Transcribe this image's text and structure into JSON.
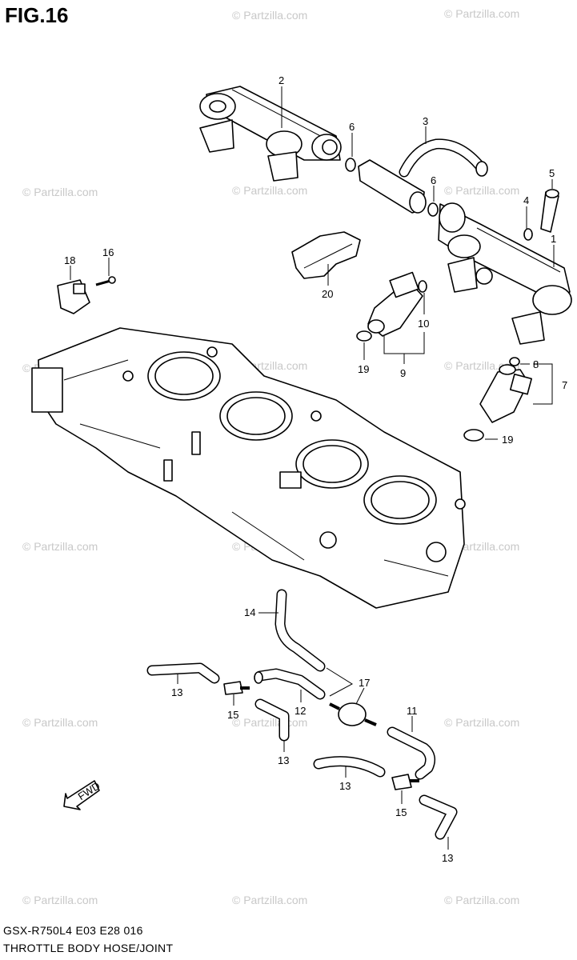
{
  "figure_title": "FIG.16",
  "watermark_text": "© Partzilla.com",
  "footer": {
    "model_line": "GSX-R750L4  E03  E28  016",
    "section_title": "THROTTLE BODY HOSE/JOINT"
  },
  "fwd_arrow_text": "FWD",
  "callouts": [
    {
      "id": "c2",
      "text": "2"
    },
    {
      "id": "c6a",
      "text": "6"
    },
    {
      "id": "c3",
      "text": "3"
    },
    {
      "id": "c6b",
      "text": "6"
    },
    {
      "id": "c5",
      "text": "5"
    },
    {
      "id": "c4",
      "text": "4"
    },
    {
      "id": "c1",
      "text": "1"
    },
    {
      "id": "c18",
      "text": "18"
    },
    {
      "id": "c16",
      "text": "16"
    },
    {
      "id": "c20",
      "text": "20"
    },
    {
      "id": "c10",
      "text": "10"
    },
    {
      "id": "c19a",
      "text": "19"
    },
    {
      "id": "c9",
      "text": "9"
    },
    {
      "id": "c8",
      "text": "8"
    },
    {
      "id": "c7",
      "text": "7"
    },
    {
      "id": "c19b",
      "text": "19"
    },
    {
      "id": "c14",
      "text": "14"
    },
    {
      "id": "c13a",
      "text": "13"
    },
    {
      "id": "c17",
      "text": "17"
    },
    {
      "id": "c15a",
      "text": "15"
    },
    {
      "id": "c12",
      "text": "12"
    },
    {
      "id": "c11",
      "text": "11"
    },
    {
      "id": "c13b",
      "text": "13"
    },
    {
      "id": "c13c",
      "text": "13"
    },
    {
      "id": "c15b",
      "text": "15"
    },
    {
      "id": "c13d",
      "text": "13"
    }
  ]
}
